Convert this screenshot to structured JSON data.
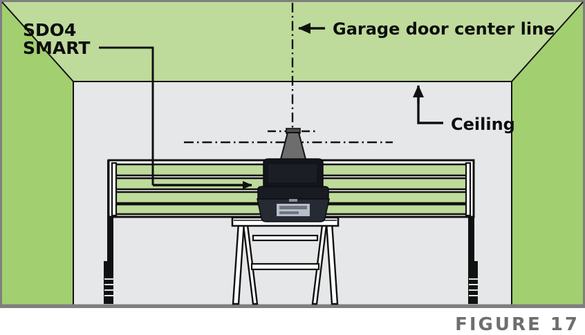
{
  "figure": {
    "caption": "FIGURE 17",
    "caption_color": "#6e6e6e"
  },
  "labels": {
    "device_line1": "SDO4",
    "device_line2": "SMART",
    "center_line": "Garage door center line",
    "ceiling": "Ceiling"
  },
  "icons": {
    "leader_arrow_device": "arrow-right-icon",
    "leader_arrow_center": "arrow-left-icon",
    "leader_arrow_ceiling": "arrow-up-icon"
  },
  "colors": {
    "ceiling_green": "#bedb9b",
    "sidewall_green": "#a2cf70",
    "back_wall_gray": "#e5e7e8",
    "door_panel_green": "#bedb9b",
    "outline_black": "#111111",
    "frame_gray": "#7f7f7f",
    "bracket_gray": "#6d6d6d",
    "opener_dark": "#111318",
    "opener_base": "#23252e",
    "opener_label": "#c9ccd6",
    "floor_line": "#7f7f7f",
    "caption_gray": "#6e6e6e"
  },
  "scene": {
    "room_name": "garage-interior",
    "elements": [
      "left-side-wall",
      "right-side-wall",
      "ceiling-plane",
      "back-wall",
      "garage-door",
      "left-door-track",
      "right-door-track",
      "opener-unit",
      "ceiling-bracket",
      "stool",
      "center-line-vertical",
      "center-line-horizontal-upper",
      "center-line-horizontal-lower"
    ]
  },
  "chart_data": {
    "type": "diagram",
    "title": "FIGURE 17",
    "description": "Garage interior elevation showing SDO4 SMART opener centered on the garage door center line, resting on a stool below the ceiling.",
    "annotations": [
      {
        "name": "device-callout",
        "text": "SDO4 SMART",
        "arrow": "right",
        "points_to": "opener-unit"
      },
      {
        "name": "center-line-callout",
        "text": "Garage door center line",
        "arrow": "left",
        "points_to": "center-line-vertical"
      },
      {
        "name": "ceiling-callout",
        "text": "Ceiling",
        "arrow": "up",
        "points_to": "ceiling-plane"
      }
    ]
  }
}
